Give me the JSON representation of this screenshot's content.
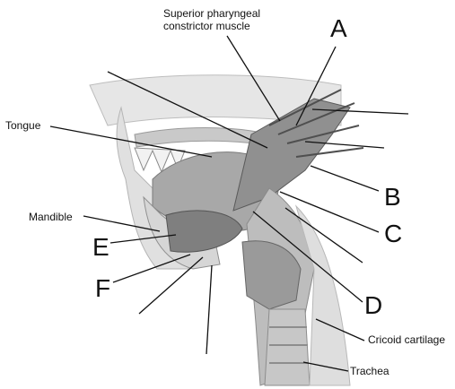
{
  "labels": {
    "superior_pharyngeal_line1": "Superior pharyngeal",
    "superior_pharyngeal_line2": "constrictor muscle",
    "tongue": "Tongue",
    "mandible": "Mandible",
    "cricoid": "Cricoid cartilage",
    "trachea": "Trachea",
    "A": "A",
    "B": "B",
    "C": "C",
    "D": "D",
    "E": "E",
    "F": "F"
  },
  "colors": {
    "tissue_light": "#d9d9d9",
    "tissue_mid": "#a9a9a9",
    "tissue_dark": "#6f6f6f",
    "leader_line": "#111111"
  }
}
